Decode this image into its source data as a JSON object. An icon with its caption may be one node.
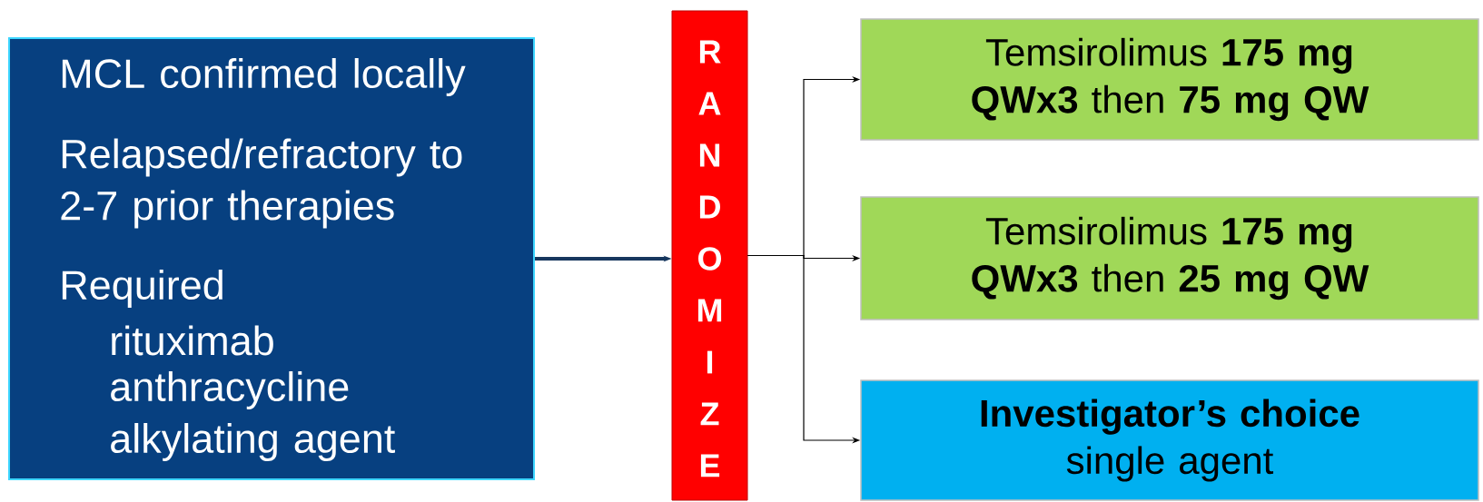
{
  "diagram": {
    "nodes": [
      {
        "text": [
          "MCL confirmed locally",
          "Relapsed/refractory to 2-7 prior therapies",
          "Required",
          "rituximab",
          "anthracycline",
          "alkylating agent"
        ]
      },
      {
        "text": [
          "R A N D O M I Z E"
        ]
      },
      {
        "text": [
          "Temsirolimus **175 mg QWx3** then **75 mg QW**"
        ]
      },
      {
        "text": [
          "Temsirolimus **175 mg QWx3** then **25 mg QW**"
        ]
      },
      {
        "text": [
          "Investigator’s choice",
          "single agent"
        ]
      }
    ],
    "edges": [
      {
        "from": 0,
        "to": 1,
        "arrow": "to",
        "style": "thick",
        "color": "#17375e"
      },
      {
        "from": 1,
        "to": 2,
        "arrow": "to"
      },
      {
        "from": 1,
        "to": 3,
        "arrow": "to"
      },
      {
        "from": 1,
        "to": 4,
        "arrow": "to"
      }
    ]
  }
}
